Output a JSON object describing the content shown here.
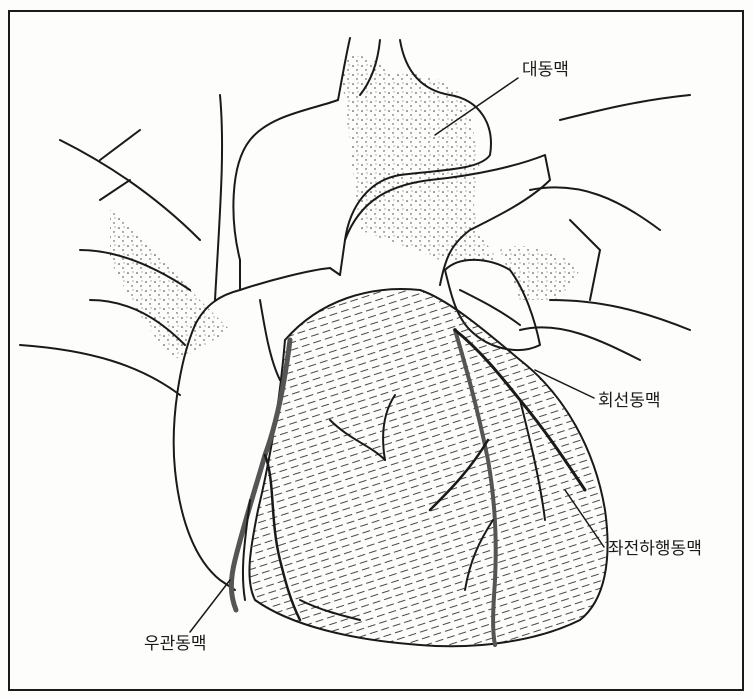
{
  "diagram": {
    "labels": {
      "aorta": "대동맥",
      "circumflex_artery": "회선동맥",
      "left_anterior_descending_artery": "좌전하행동맥",
      "right_coronary_artery": "우관동맥"
    }
  },
  "colors": {
    "ink": "#1a1a1a",
    "paper": "#fdfdfb",
    "vessel_fill": "#555555"
  }
}
